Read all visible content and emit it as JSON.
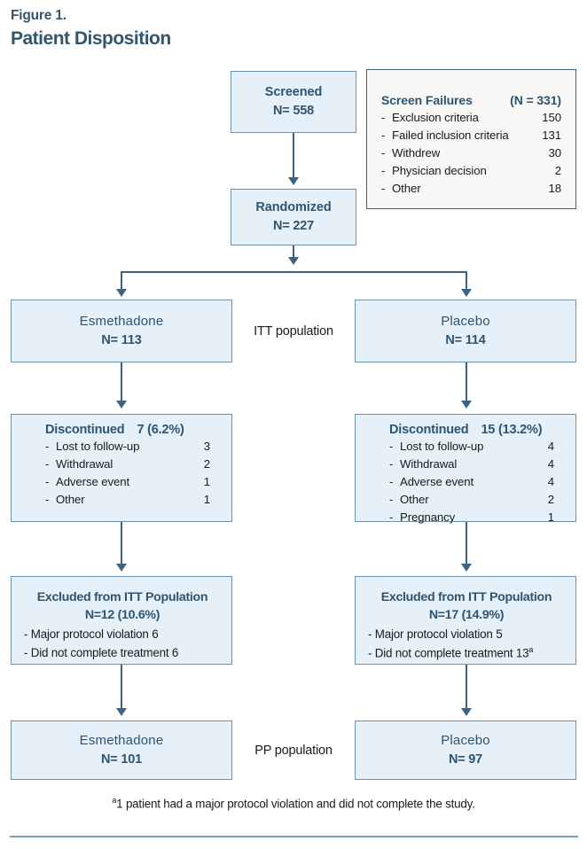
{
  "figure": {
    "label": "Figure 1.",
    "title": "Patient Disposition"
  },
  "nodes": {
    "screened": {
      "title": "Screened",
      "n": "N= 558"
    },
    "randomized": {
      "title": "Randomized",
      "n": "N= 227"
    },
    "itt_left": {
      "title": "Esmethadone",
      "n": "N= 113"
    },
    "itt_right": {
      "title": "Placebo",
      "n": "N= 114"
    },
    "pp_left": {
      "title": "Esmethadone",
      "n": "N= 101"
    },
    "pp_right": {
      "title": "Placebo",
      "n": "N= 97"
    }
  },
  "screen_failures": {
    "heading": "Screen Failures",
    "heading_n": "(N =  331)",
    "rows": [
      {
        "dash": "-",
        "label": "Exclusion criteria",
        "value": "150"
      },
      {
        "dash": "-",
        "label": "Failed inclusion criteria",
        "value": "131"
      },
      {
        "dash": "-",
        "label": "Withdrew",
        "value": "30"
      },
      {
        "dash": "-",
        "label": "Physician decision",
        "value": "2"
      },
      {
        "dash": "-",
        "label": "Other",
        "value": "18"
      }
    ]
  },
  "discontinued_left": {
    "heading": "Discontinued",
    "heading_value": "7 (6.2%)",
    "rows": [
      {
        "dash": "-",
        "label": "Lost to follow-up",
        "value": "3"
      },
      {
        "dash": "-",
        "label": "Withdrawal",
        "value": "2"
      },
      {
        "dash": "-",
        "label": "Adverse event",
        "value": "1"
      },
      {
        "dash": "-",
        "label": "Other",
        "value": "1"
      }
    ]
  },
  "discontinued_right": {
    "heading": "Discontinued",
    "heading_value": "15 (13.2%)",
    "rows": [
      {
        "dash": "-",
        "label": "Lost to follow-up",
        "value": "4"
      },
      {
        "dash": "-",
        "label": "Withdrawal",
        "value": "4"
      },
      {
        "dash": "-",
        "label": "Adverse event",
        "value": "4"
      },
      {
        "dash": "-",
        "label": "Other",
        "value": "2"
      },
      {
        "dash": "-",
        "label": "Pregnancy",
        "value": "1"
      }
    ]
  },
  "excluded_left": {
    "title": "Excluded from ITT Population",
    "n": "N=12 (10.6%)",
    "items": [
      "- Major protocol violation 6",
      "- Did not complete treatment 6"
    ]
  },
  "excluded_right": {
    "title": "Excluded from ITT Population",
    "n": "N=17 (14.9%)",
    "items_pre": [
      "- Major protocol violation 5"
    ],
    "item_footnoted_text": "- Did not complete treatment 13",
    "item_footnoted_marker": "a"
  },
  "labels": {
    "itt_population": "ITT population",
    "pp_population": "PP population"
  },
  "footnote": {
    "marker": "a",
    "text": "1 patient had a major protocol violation and did not complete the study."
  },
  "colors": {
    "box_fill": "#e6f0f8",
    "box_border": "#6d93ad",
    "white_box_fill": "#f7f7f5",
    "accent_text": "#2e5472",
    "connector": "#3d6282",
    "rule": "#7c9cb4"
  }
}
